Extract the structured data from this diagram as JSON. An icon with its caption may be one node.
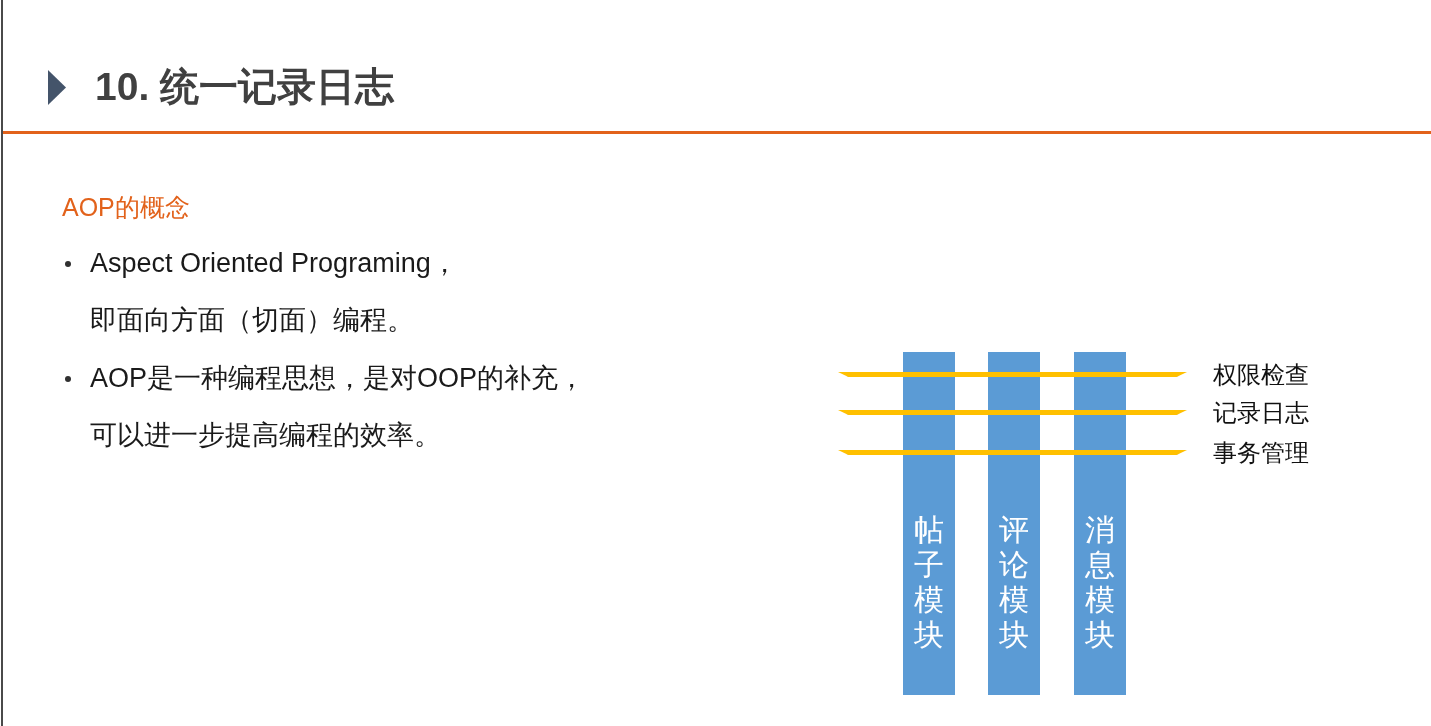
{
  "diagram": {
    "title": "10. 统一记录日志",
    "nodes": [
      {
        "text": [
          "权限检查"
        ]
      },
      {
        "text": [
          "记录日志"
        ]
      },
      {
        "text": [
          "事务管理"
        ]
      },
      {
        "text": [
          "帖子模块"
        ]
      },
      {
        "text": [
          "评论模块"
        ]
      },
      {
        "text": [
          "消息模块"
        ]
      }
    ],
    "labels": [
      "AOP的概念",
      "Aspect Oriented Programing，即面向方面（切面）编程。",
      "AOP是一种编程思想，是对OOP的补充，可以进一步提高编程的效率。"
    ]
  }
}
